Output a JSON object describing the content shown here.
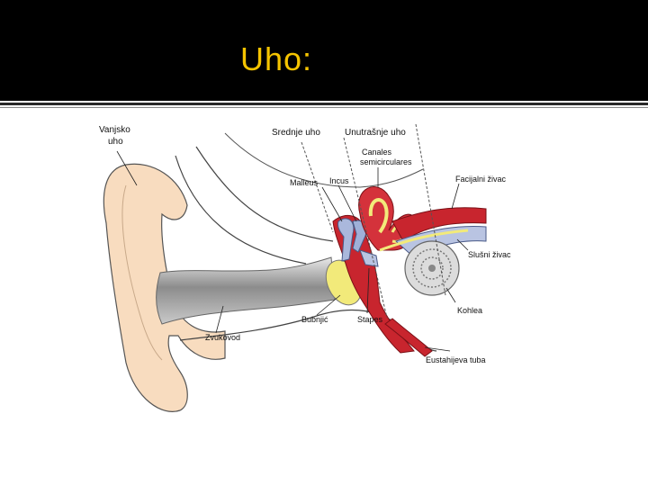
{
  "slide": {
    "title": "Uho:",
    "title_color": "#f5c400",
    "header_bg": "#000000"
  },
  "diagram": {
    "labels": {
      "vanjsko_line1": "Vanjsko",
      "vanjsko_line2": "uho",
      "srednje": "Srednje uho",
      "unutrasnje": "Unutrašnje uho",
      "canales_line1": "Canales",
      "canales_line2": "semicirculares",
      "malleus": "Malleus",
      "incus": "Incus",
      "facijalni": "Facijalni živac",
      "slusni": "Slušni živac",
      "kohlea": "Kohlea",
      "bubnjic": "Bubnjić",
      "stapes": "Stapes",
      "zvukovod": "Zvukovod",
      "eustahijeva": "Eustahijeva tuba"
    },
    "colors": {
      "skin": "#f8dcbf",
      "bone_red": "#c8252e",
      "eardrum_yellow": "#f2ea7a",
      "ossicle_blue": "#aab8dc",
      "canal_gray": "#9a9a9a",
      "outline": "#333333"
    }
  }
}
